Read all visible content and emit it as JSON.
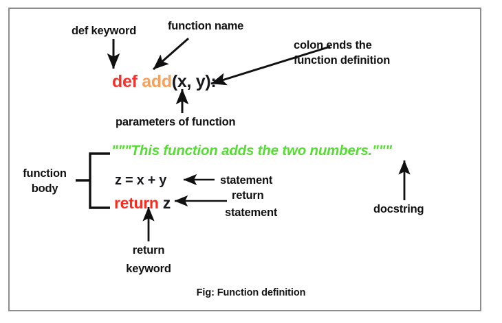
{
  "figure": {
    "caption": "Fig: Function definition",
    "border_color": "#8d8d8d",
    "background": "#ffffff"
  },
  "code": {
    "signature": {
      "keyword": "def",
      "keyword_color": "#f3322c",
      "name": "add",
      "name_color": "#f9a05a",
      "params_and_colon": "(x, y):",
      "plain_color": "#18181c"
    },
    "docstring": {
      "text": "\"\"\"This function adds the two numbers.\"\"\"",
      "color": "#56dd33"
    },
    "statement": {
      "text": "z = x + y",
      "color": "#18181c"
    },
    "return_line": {
      "keyword": "return",
      "keyword_color": "#fb2b20",
      "variable": " z",
      "variable_color": "#18181c"
    }
  },
  "annotations": {
    "def_keyword": "def keyword",
    "function_name": "function name",
    "colon_ends_line1": "colon ends the",
    "colon_ends_line2": "function definition",
    "parameters": "parameters of function",
    "function_body_line1": "function",
    "function_body_line2": "body",
    "statement": "statement",
    "return_statement_line1": "return",
    "return_statement_line2": "statement",
    "return_keyword_line1": "return",
    "return_keyword_line2": "keyword",
    "docstring": "docstring"
  }
}
